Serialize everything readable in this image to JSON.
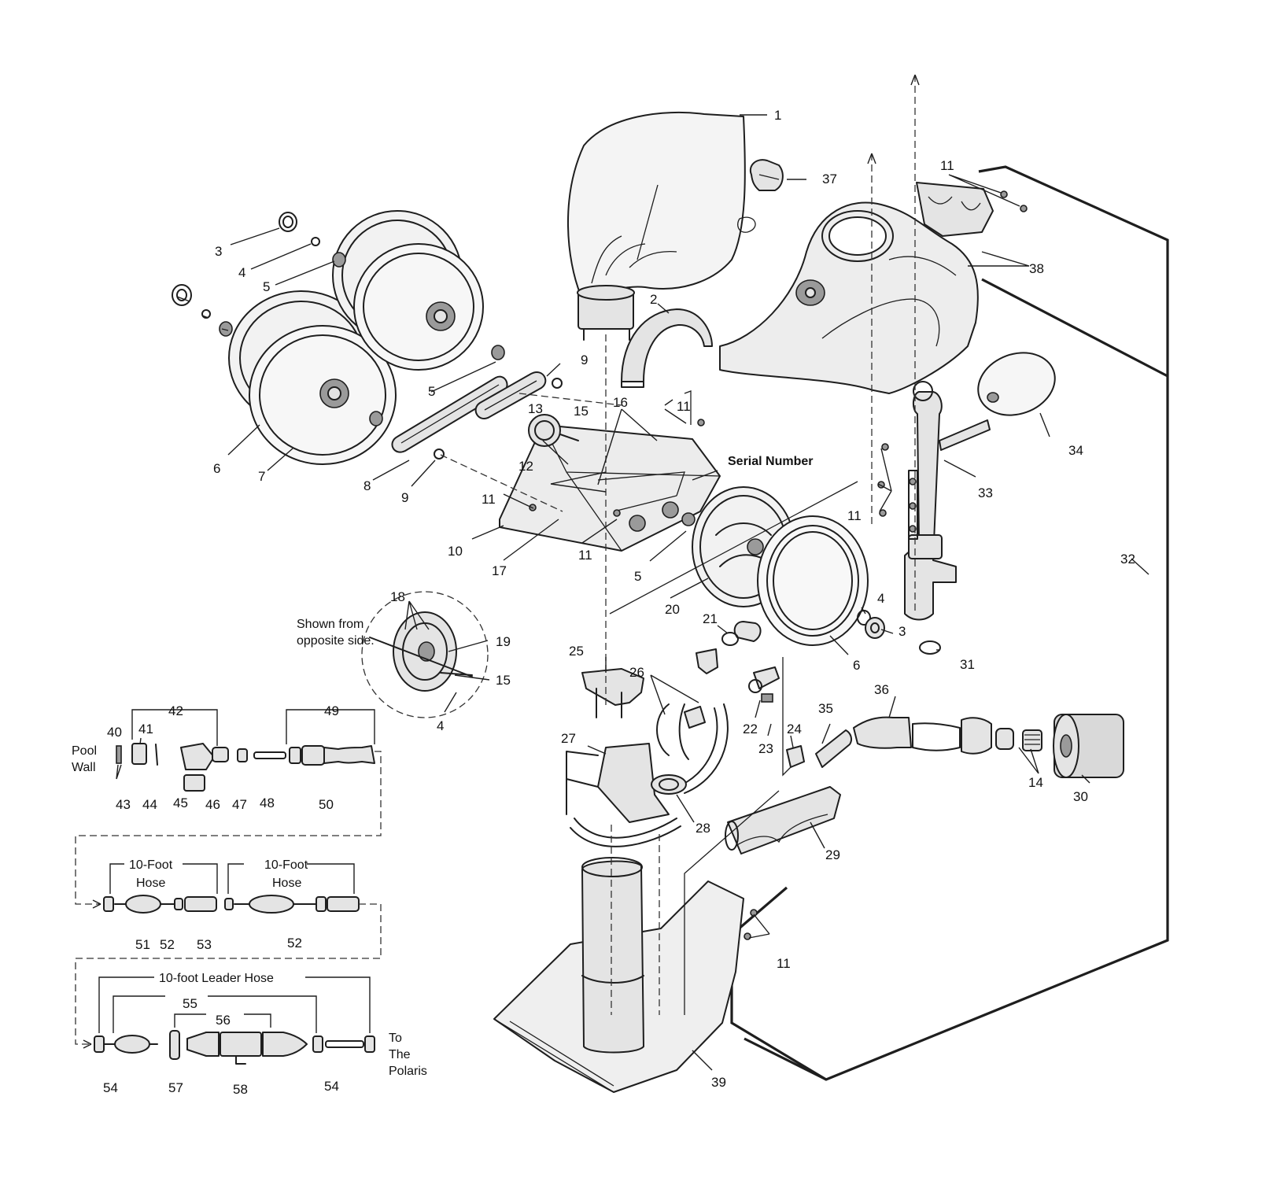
{
  "labels": {
    "p1": "1",
    "p2": "2",
    "p3a": "3",
    "p3b": "3",
    "p4a": "4",
    "p4b": "4",
    "p4c": "4",
    "p5a": "5",
    "p5b": "5",
    "p5c": "5",
    "p6a": "6",
    "p6b": "6",
    "p7": "7",
    "p8": "8",
    "p9a": "9",
    "p9b": "9",
    "p10": "10",
    "p11a": "11",
    "p11b": "11",
    "p11c": "11",
    "p11d": "11",
    "p11e": "11",
    "p11f": "11",
    "p12": "12",
    "p13": "13",
    "p14": "14",
    "p15a": "15",
    "p15b": "15",
    "p16": "16",
    "p17": "17",
    "p18": "18",
    "p19": "19",
    "p20": "20",
    "p21": "21",
    "p22": "22",
    "p23": "23",
    "p24": "24",
    "p25": "25",
    "p26": "26",
    "p27": "27",
    "p28": "28",
    "p29": "29",
    "p30": "30",
    "p31": "31",
    "p32": "32",
    "p33": "33",
    "p34": "34",
    "p35": "35",
    "p36": "36",
    "p37": "37",
    "p38": "38",
    "p39": "39",
    "p40": "40",
    "p41": "41",
    "p42": "42",
    "p43": "43",
    "p44": "44",
    "p45": "45",
    "p46": "46",
    "p47": "47",
    "p48": "48",
    "p49": "49",
    "p50": "50",
    "p51": "51",
    "p52a": "52",
    "p52b": "52",
    "p53": "53",
    "p54a": "54",
    "p54b": "54",
    "p55": "55",
    "p56": "56",
    "p57": "57",
    "p58": "58"
  },
  "captions": {
    "serial_number": "Serial Number",
    "shown_from_line1": "Shown from",
    "shown_from_line2": "opposite side.",
    "pool_line1": "Pool",
    "pool_line2": "Wall",
    "hose1_line1": "10-Foot",
    "hose1_line2": "Hose",
    "hose2_line1": "10-Foot",
    "hose2_line2": "Hose",
    "leader_hose": "10-foot Leader Hose",
    "to_line1": "To",
    "to_line2": "The",
    "to_line3": "Polaris"
  }
}
